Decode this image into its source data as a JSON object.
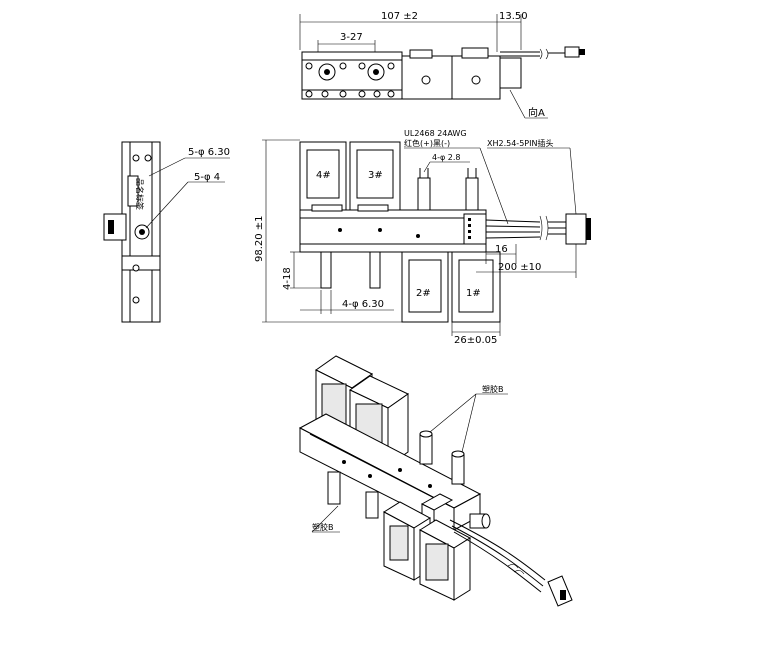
{
  "top_view": {
    "overall_length": "107 ±2",
    "tail_length": "13.50",
    "mount_spacing": "3-27",
    "section_label": "向A"
  },
  "front_view": {
    "overall_height": "98.20 ±1",
    "wire_spec_line1": "UL2468  24AWG",
    "wire_spec_line2": "红色(+)黑(-)",
    "barb_spec_top": "4-φ 2.8",
    "connector_spec": "XH2.54-5PIN插头",
    "wire_offset": "16",
    "wire_length": "200 ±10",
    "barb_height": "4-18",
    "port_dia": "4-φ 6.30",
    "pitch": "26±0.05",
    "valve_1": "1#",
    "valve_2": "2#",
    "valve_3": "3#",
    "valve_4": "4#"
  },
  "side_view": {
    "hole_spec_1": "5-φ 6.30",
    "hole_spec_2": "5-φ 4",
    "side_text": "品名标签"
  },
  "iso_view": {
    "glue_label_1": "塑胶B",
    "glue_label_2": "塑胶B"
  },
  "colors": {
    "line": "#000000",
    "background": "#ffffff"
  }
}
